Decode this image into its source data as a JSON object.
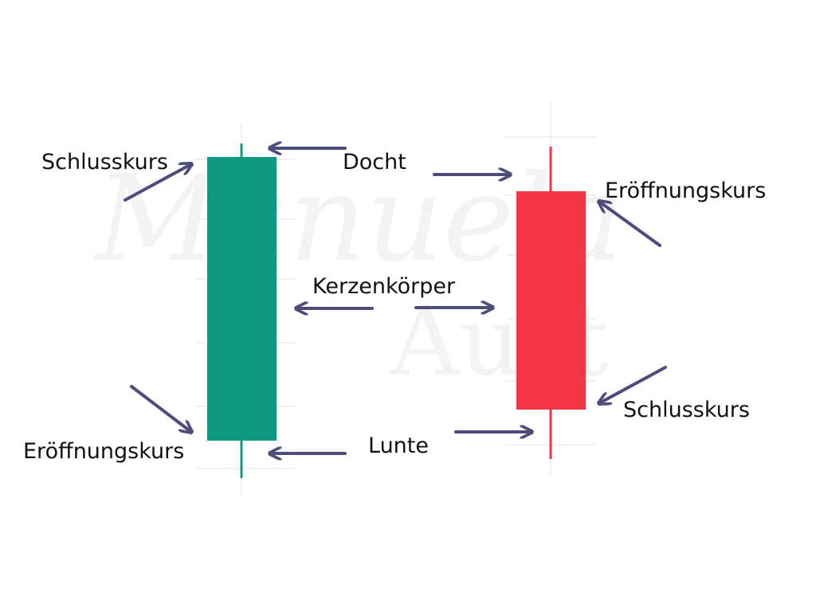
{
  "labels": {
    "bull_close": "Schlusskurs",
    "bull_open": "Eröffnungskurs",
    "wick": "Docht",
    "body": "Kerzenkörper",
    "shadow": "Lunte",
    "bear_open": "Eröffnungskurs",
    "bear_close": "Schlusskurs"
  },
  "watermark": {
    "line1": "Manuela",
    "line2": "Aust"
  },
  "colors": {
    "bullish": "#0e9980",
    "bearish": "#f23645",
    "arrow": "#4d4c7d",
    "grid": "#ececec",
    "watermark": "#f3f3f3"
  }
}
